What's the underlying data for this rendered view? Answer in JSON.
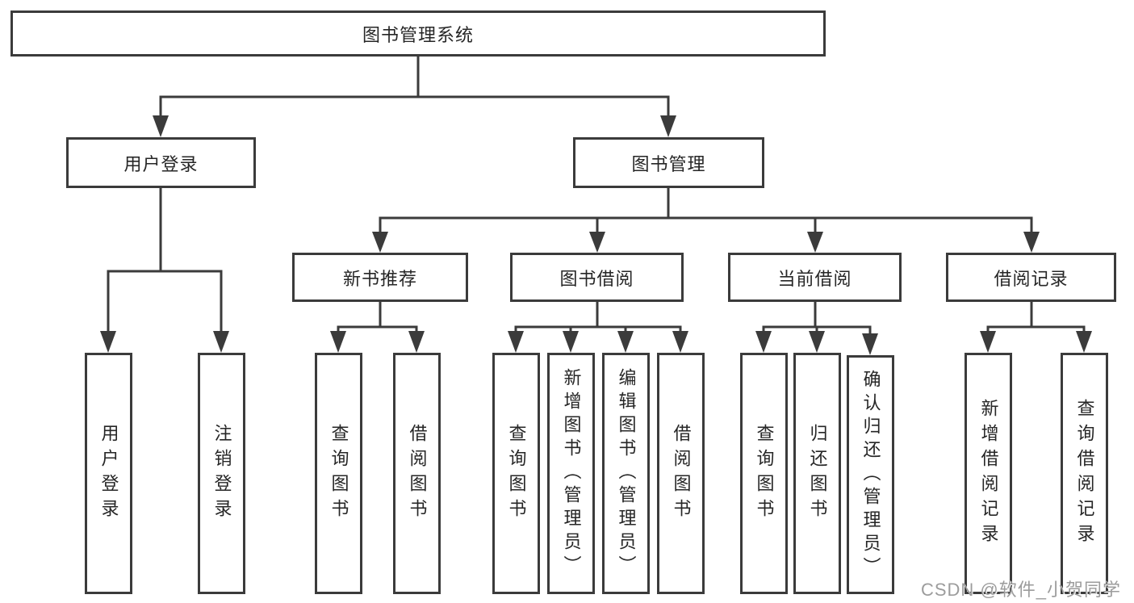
{
  "diagram": {
    "title_node": {
      "label": "图书管理系统"
    },
    "level2": [
      {
        "id": "user-login",
        "label": "用户登录"
      },
      {
        "id": "book-management",
        "label": "图书管理"
      }
    ],
    "level3": [
      {
        "id": "new-book-recommend",
        "label": "新书推荐",
        "parent": "图书管理"
      },
      {
        "id": "book-borrow",
        "label": "图书借阅",
        "parent": "图书管理"
      },
      {
        "id": "current-borrow",
        "label": "当前借阅",
        "parent": "图书管理"
      },
      {
        "id": "borrow-records",
        "label": "借阅记录",
        "parent": "图书管理"
      }
    ],
    "leaves": [
      {
        "label": "用户登录",
        "parent": "用户登录"
      },
      {
        "label": "注销登录",
        "parent": "用户登录"
      },
      {
        "label": "查询图书",
        "parent": "新书推荐"
      },
      {
        "label": "借阅图书",
        "parent": "新书推荐"
      },
      {
        "label": "查询图书",
        "parent": "图书借阅"
      },
      {
        "label": "新增图书（管理员）",
        "parent": "图书借阅"
      },
      {
        "label": "编辑图书（管理员）",
        "parent": "图书借阅"
      },
      {
        "label": "借阅图书",
        "parent": "图书借阅"
      },
      {
        "label": "查询图书",
        "parent": "当前借阅"
      },
      {
        "label": "归还图书",
        "parent": "当前借阅"
      },
      {
        "label": "确认归还（管理员）",
        "parent": "当前借阅"
      },
      {
        "label": "新增借阅记录",
        "parent": "借阅记录"
      },
      {
        "label": "查询借阅记录",
        "parent": "借阅记录"
      }
    ],
    "colors": {
      "line": "#3b3b3b",
      "text": "#262626"
    }
  },
  "watermark": {
    "text": "CSDN @软件_小贺同学",
    "color": "#9c9c9c"
  }
}
